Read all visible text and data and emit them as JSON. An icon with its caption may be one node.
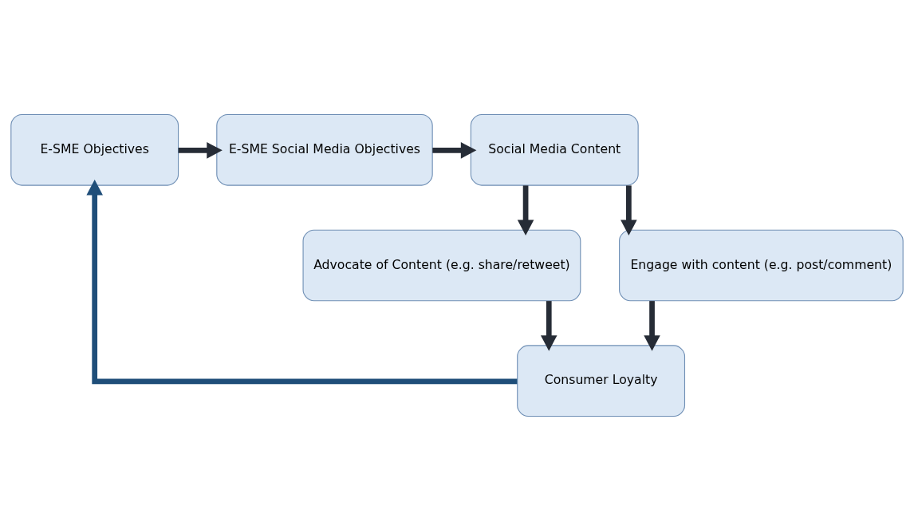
{
  "diagram": {
    "nodes": [
      {
        "text": [
          "E-SME Objectives"
        ]
      },
      {
        "text": [
          "E-SME Social Media Objectives"
        ]
      },
      {
        "text": [
          "Social Media Content"
        ]
      },
      {
        "text": [
          "Advocate of Content (e.g. share/retweet)"
        ]
      },
      {
        "text": [
          "Engage with content (e.g. post/comment)"
        ]
      },
      {
        "text": [
          "Consumer Loyalty"
        ]
      }
    ],
    "edges": [
      {
        "from": 0,
        "to": 1,
        "arrow": "to"
      },
      {
        "from": 1,
        "to": 2,
        "arrow": "to"
      },
      {
        "from": 2,
        "to": 3,
        "arrow": "to"
      },
      {
        "from": 2,
        "to": 4,
        "arrow": "to"
      },
      {
        "from": 3,
        "to": 5,
        "arrow": "to"
      },
      {
        "from": 4,
        "to": 5,
        "arrow": "to"
      },
      {
        "from": 5,
        "to": 0,
        "arrow": "to",
        "color": "#1f4e79"
      }
    ]
  }
}
